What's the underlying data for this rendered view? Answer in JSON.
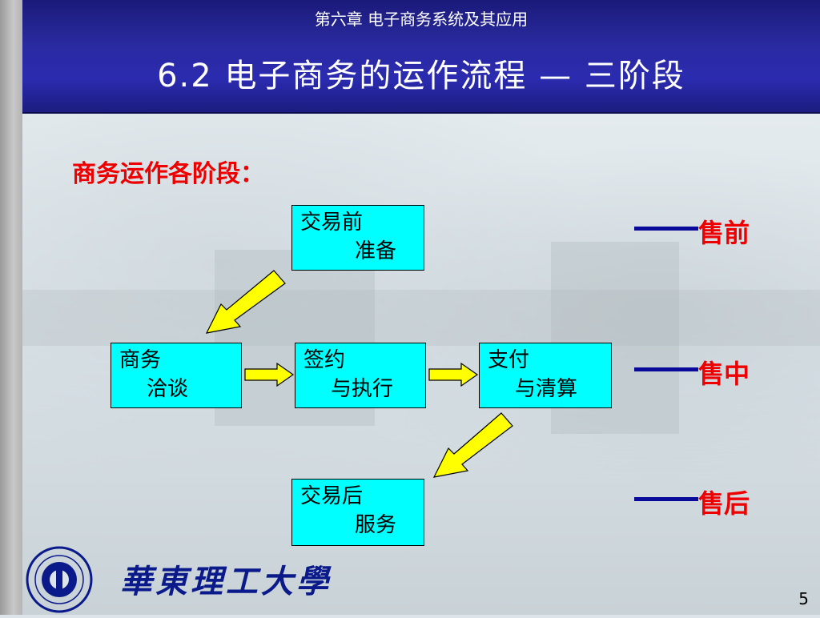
{
  "header": {
    "chapter": "第六章 电子商务系统及其应用",
    "title": "6.2 电子商务的运作流程 — 三阶段"
  },
  "content": {
    "heading": "商务运作各阶段：",
    "boxes": [
      {
        "line1": "交易前",
        "line2": "准备"
      },
      {
        "line1": "商务",
        "line2": "洽谈"
      },
      {
        "line1": "签约",
        "line2": "与执行"
      },
      {
        "line1": "支付",
        "line2": "与清算"
      },
      {
        "line1": "交易后",
        "line2": "服务"
      }
    ],
    "stages": [
      {
        "label": "售前"
      },
      {
        "label": "售中"
      },
      {
        "label": "售后"
      }
    ]
  },
  "footer": {
    "university": "華東理工大學",
    "page_number": "5"
  },
  "colors": {
    "header_blue": "#2a2aa0",
    "box_fill": "#00ffff",
    "arrow_fill": "#ffff00",
    "accent_red": "#ee0000",
    "dash_blue": "#0a0a9a"
  }
}
